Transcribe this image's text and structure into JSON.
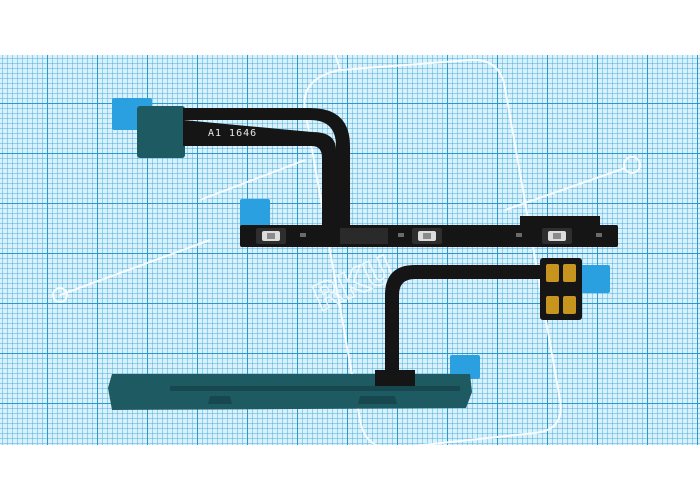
{
  "photo": {
    "subject": "flex-cable-assembly",
    "background": "graph-paper",
    "colors": {
      "paper": "#d9f1fb",
      "grid_major": "#2696cd",
      "grid_minor": "#3caadc",
      "flex": "#151515",
      "stiffener": "#1e5a62",
      "adhesive_tape": "#2aa0e0",
      "contact_pads": "#c89420",
      "watermark": "#ffffff"
    },
    "flex_marking": "A1  1646",
    "watermark_text": "RKU"
  }
}
